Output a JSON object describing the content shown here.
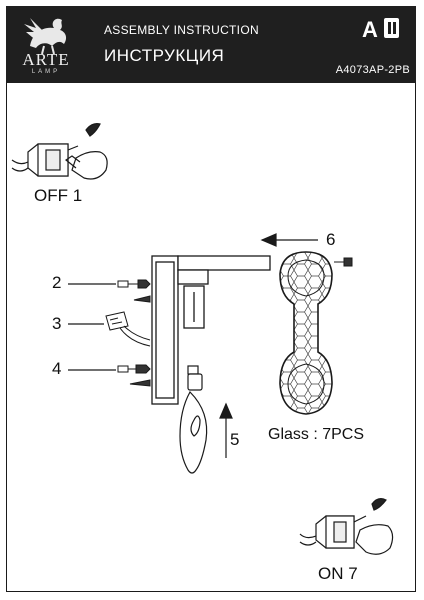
{
  "header": {
    "brand": "ARTE",
    "brand_sub": "LAMP",
    "title_en": "ASSEMBLY  INSTRUCTION",
    "title_ru": "ИНСТРУКЦИЯ",
    "model": "A4073AP-2PB",
    "mark_letter": "A"
  },
  "steps": {
    "off": "OFF  1",
    "on": "ON 7",
    "glass": "Glass : 7PCS"
  },
  "callouts": [
    "2",
    "3",
    "4",
    "5",
    "6"
  ],
  "colors": {
    "header_bg": "#1f1f1f",
    "line": "#1a1a1a"
  }
}
